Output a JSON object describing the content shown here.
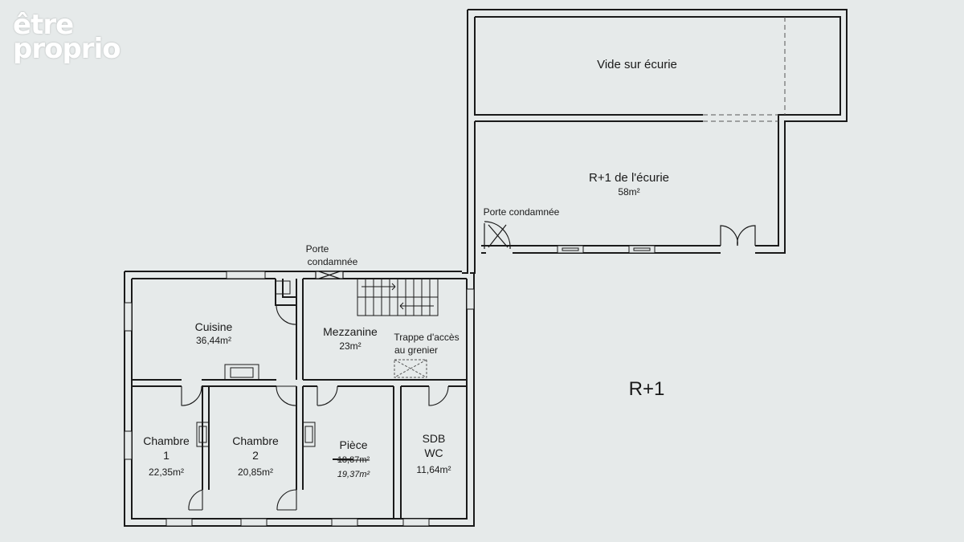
{
  "brand": {
    "line1": "être",
    "line2": "proprio"
  },
  "floor_label": "R+1",
  "rooms": {
    "vide": {
      "name": "Vide sur écurie"
    },
    "ecurie": {
      "name": "R+1 de l'écurie",
      "area": "58m²"
    },
    "cuisine": {
      "name": "Cuisine",
      "area": "36,44m²"
    },
    "mezzanine": {
      "name": "Mezzanine",
      "area": "23m²"
    },
    "chambre1": {
      "name": "Chambre",
      "number": "1",
      "area": "22,35m²"
    },
    "chambre2": {
      "name": "Chambre",
      "number": "2",
      "area": "20,85m²"
    },
    "piece": {
      "name": "Pièce",
      "area_struck": "18,87m²",
      "area_handwritten": "19,37m²"
    },
    "sdb": {
      "name": "SDB",
      "name2": "WC",
      "area": "11,64m²"
    }
  },
  "annotations": {
    "porte_ecurie": "Porte condamnée",
    "porte_top_line1": "Porte",
    "porte_top_line2": "condamnée",
    "trappe_line1": "Trappe d'accès",
    "trappe_line2": "au grenier"
  }
}
